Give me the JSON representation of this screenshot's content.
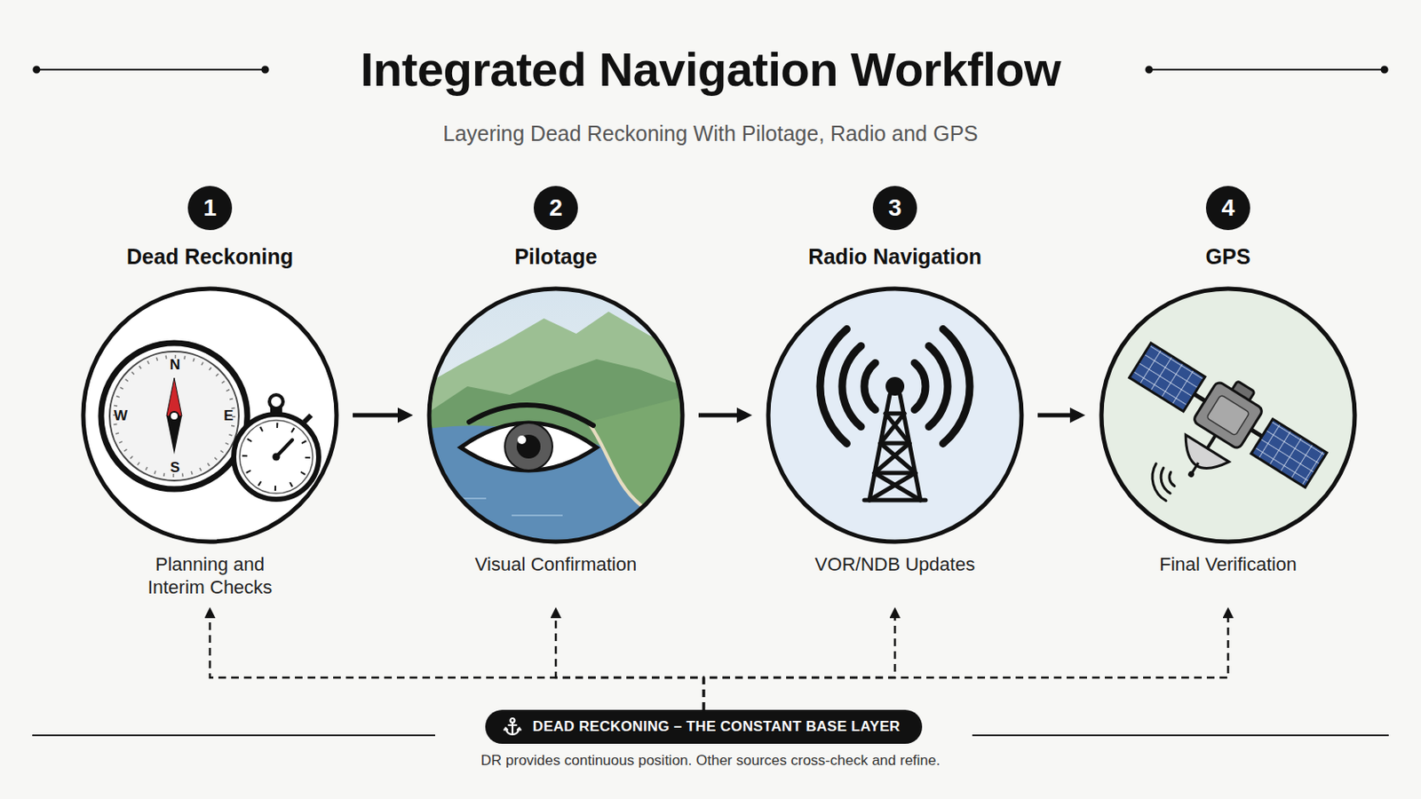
{
  "diagram": {
    "title": "Integrated Navigation Workflow",
    "caption": "DR provides continuous position. Other sources cross-check and refine.",
    "nodes": [
      {
        "text": [
          "1",
          "Dead Reckoning",
          "Planning and Interim Checks"
        ]
      },
      {
        "text": [
          "2",
          "Pilotage",
          "Visual Confirmation"
        ]
      },
      {
        "text": [
          "3",
          "Radio Navigation",
          "VOR/NDB Updates"
        ]
      },
      {
        "text": [
          "4",
          "GPS",
          "Final Verification"
        ]
      },
      {
        "text": [
          "DEAD RECKONING – THE CONSTANT BASE LAYER"
        ]
      }
    ],
    "edges": [
      {
        "from": 0,
        "to": 1,
        "arrow": "to"
      },
      {
        "from": 1,
        "to": 2,
        "arrow": "to"
      },
      {
        "from": 2,
        "to": 3,
        "arrow": "to"
      },
      {
        "from": 4,
        "to": 0,
        "arrow": "to"
      },
      {
        "from": 4,
        "to": 1,
        "arrow": "to"
      },
      {
        "from": 4,
        "to": 2,
        "arrow": "to"
      },
      {
        "from": 4,
        "to": 3,
        "arrow": "to"
      }
    ],
    "labels": [
      "Layering Dead Reckoning With Pilotage, Radio and GPS",
      "N",
      "W",
      "E",
      "S"
    ]
  }
}
